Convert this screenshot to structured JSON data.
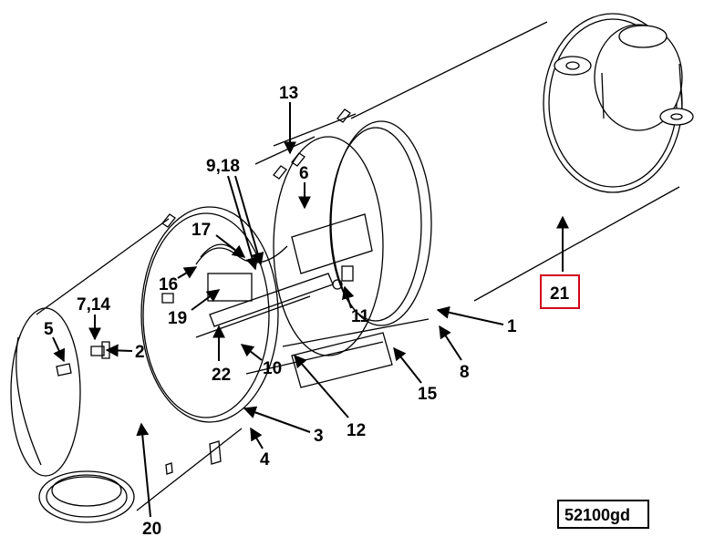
{
  "callouts": {
    "c1": "1",
    "c2": "2",
    "c3": "3",
    "c4": "4",
    "c5": "5",
    "c6": "6",
    "c7_14": "7,14",
    "c8": "8",
    "c9_18": "9,18",
    "c10": "10",
    "c11": "11",
    "c12": "12",
    "c13": "13",
    "c15": "15",
    "c16": "16",
    "c17": "17",
    "c19": "19",
    "c20": "20",
    "c21": "21",
    "c22": "22"
  },
  "figure_ref": "52100gd",
  "colors": {
    "highlight": "#d0021b",
    "line": "#000000",
    "background": "#ffffff"
  }
}
